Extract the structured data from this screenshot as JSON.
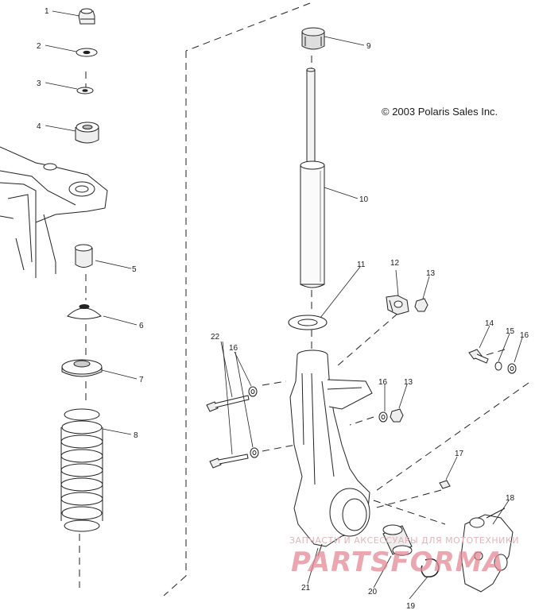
{
  "copyright": "© 2003 Polaris Sales Inc.",
  "watermark": {
    "tagline": "ЗАПЧАСТИ И АКСЕССУАРЫ ДЛЯ МОТОТЕХНИКИ",
    "logo": "PARTSFORMA"
  },
  "callouts": {
    "c1": "1",
    "c2": "2",
    "c3": "3",
    "c4": "4",
    "c5": "5",
    "c6": "6",
    "c7": "7",
    "c8": "8",
    "c9": "9",
    "c10": "10",
    "c11": "11",
    "c12": "12",
    "c13a": "13",
    "c13b": "13",
    "c14": "14",
    "c15": "15",
    "c16a": "16",
    "c16b": "16",
    "c16c": "16",
    "c17": "17",
    "c18": "18",
    "c19": "19",
    "c20": "20",
    "c21": "21",
    "c22": "22"
  }
}
